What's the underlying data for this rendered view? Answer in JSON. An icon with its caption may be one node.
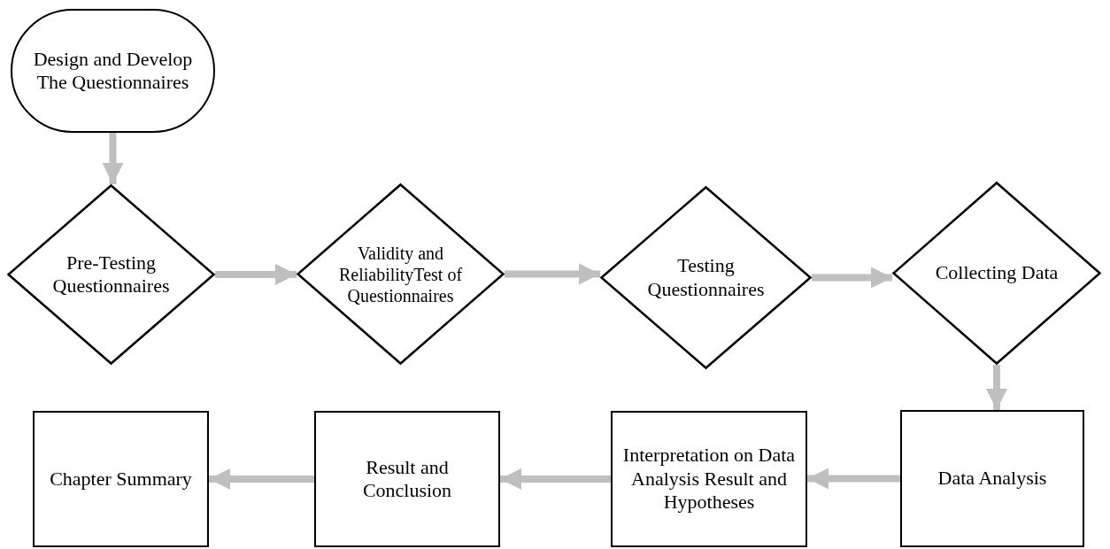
{
  "diagram": {
    "nodes": [
      {
        "text": [
          "Design and Develop The Questionnaires"
        ]
      },
      {
        "text": [
          "Pre-Testing Questionnaires"
        ]
      },
      {
        "text": [
          "Validity and ReliabilityTest of Questionnaires"
        ]
      },
      {
        "text": [
          "Testing Questionnaires"
        ]
      },
      {
        "text": [
          "Collecting Data"
        ]
      },
      {
        "text": [
          "Data Analysis"
        ]
      },
      {
        "text": [
          "Interpretation on Data Analysis Result and Hypotheses"
        ]
      },
      {
        "text": [
          "Result and Conclusion"
        ]
      },
      {
        "text": [
          "Chapter Summary"
        ]
      }
    ],
    "edges": [
      {
        "from": 0,
        "to": 1,
        "arrow": "to"
      },
      {
        "from": 1,
        "to": 2,
        "arrow": "to"
      },
      {
        "from": 2,
        "to": 3,
        "arrow": "to"
      },
      {
        "from": 3,
        "to": 4,
        "arrow": "to"
      },
      {
        "from": 4,
        "to": 5,
        "arrow": "to"
      },
      {
        "from": 5,
        "to": 6,
        "arrow": "to"
      },
      {
        "from": 6,
        "to": 7,
        "arrow": "to"
      },
      {
        "from": 7,
        "to": 8,
        "arrow": "to"
      }
    ]
  }
}
